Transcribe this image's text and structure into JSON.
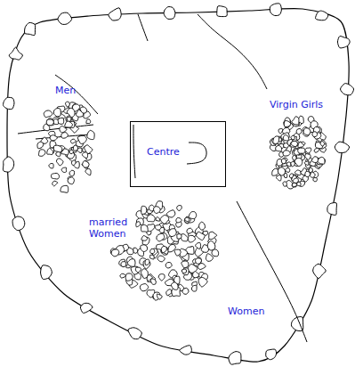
{
  "diagram": {
    "nodes": [
      {
        "text": [
          "Centre"
        ]
      }
    ],
    "labels": [
      "Men",
      "Virgin Girls",
      "married Women",
      "Women"
    ]
  }
}
